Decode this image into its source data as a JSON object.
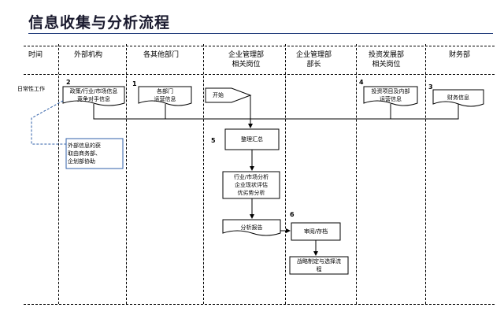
{
  "title": "信息收集与分析流程",
  "headers": {
    "time": "时间",
    "external": "外部机构",
    "other_depts": "各其他部门",
    "mgmt_staff": [
      "企业管理部",
      "相关岗位"
    ],
    "mgmt_head": [
      "企业管理部",
      "部长"
    ],
    "invest": [
      "投资发展部",
      "相关岗位"
    ],
    "finance": "财务部"
  },
  "row_label": "日常性工作",
  "steps": {
    "s1": "1",
    "s2": "2",
    "s3": "3",
    "s4": "4",
    "s5": "5",
    "s6": "6"
  },
  "nodes": {
    "policy": [
      "政策/行业/市场信息",
      "竞争对手信息"
    ],
    "dept_ops": [
      "各部门",
      "运营信息"
    ],
    "start": "开始",
    "invest_info": [
      "投资项目及内部",
      "运营信息"
    ],
    "finance_info": "财务信息",
    "ext_note": [
      "外部信息的获",
      "取由商务部、",
      "企划部协助"
    ],
    "consolidate": "整理汇总",
    "analysis": [
      "行业/市场分析",
      "企业现状评估",
      "优劣势分析"
    ],
    "report": "分析报告",
    "review": "审阅/存档",
    "strategy": [
      "战略制定与选择流",
      "程"
    ]
  },
  "colors": {
    "title_rule": "#1f3a7a",
    "note_border": "#2f5fa8"
  }
}
